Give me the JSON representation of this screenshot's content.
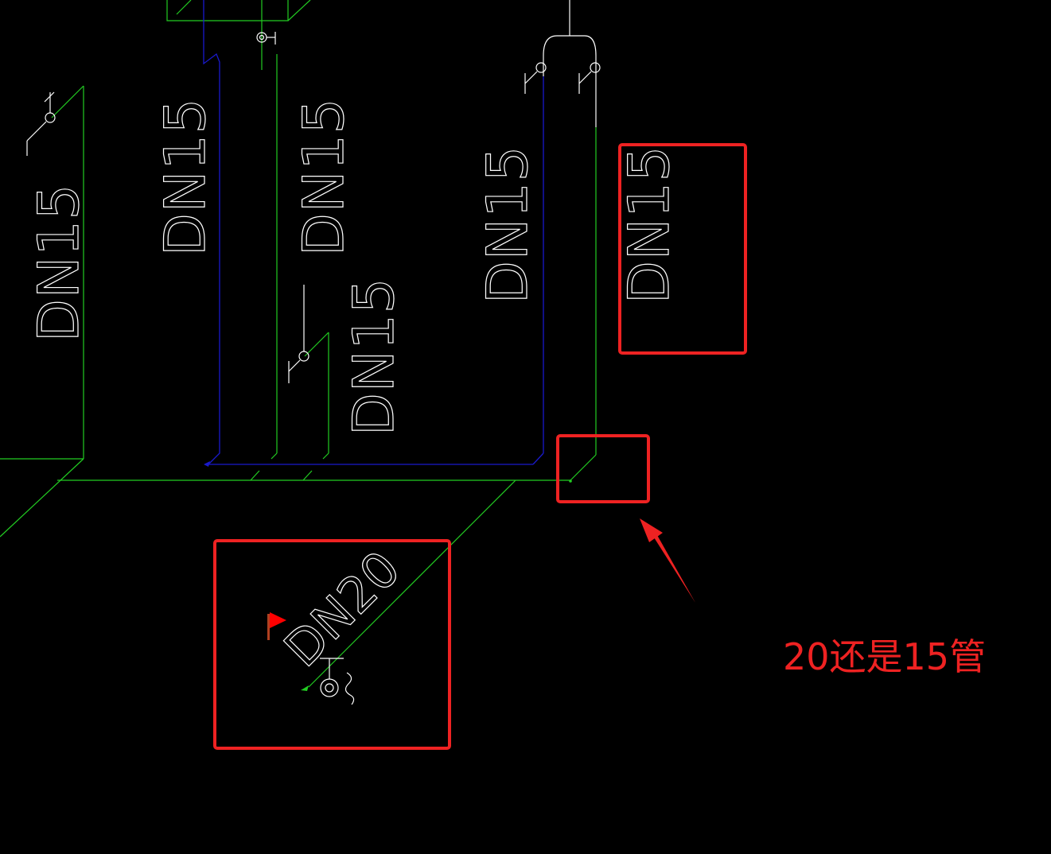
{
  "colors": {
    "background": "#000000",
    "green_pipe": "#22cc22",
    "blue_pipe": "#1a1acc",
    "white_line": "#ffffff",
    "annotation_red": "#ee2222",
    "flag_red": "#ff0000"
  },
  "labels": {
    "dn15_a": "DN15",
    "dn15_b": "DN15",
    "dn15_c": "DN15",
    "dn15_d": "DN15",
    "dn15_e": "DN15",
    "dn15_f": "DN15",
    "dn20": "DN20"
  },
  "annotation": {
    "question": "20还是15管"
  }
}
